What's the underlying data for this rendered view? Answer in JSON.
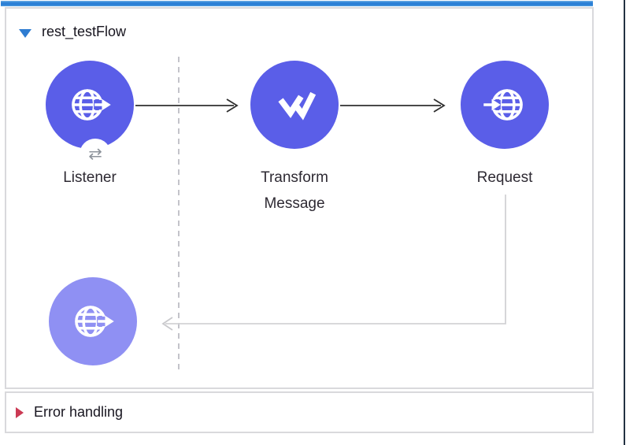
{
  "flow": {
    "title": "rest_testFlow",
    "disclosure": "expanded",
    "nodes": [
      {
        "id": "listener",
        "label": "Listener",
        "icon": "globe-arrow-out-icon",
        "badge_glyph": "⇄"
      },
      {
        "id": "transform-message",
        "label": "Transform Message",
        "icon": "dataweave-icon"
      },
      {
        "id": "request",
        "label": "Request",
        "icon": "globe-arrow-in-icon"
      },
      {
        "id": "ghost",
        "label": "",
        "icon": "globe-arrow-out-icon"
      }
    ],
    "connections": [
      {
        "from": "Listener",
        "to": "Transform Message",
        "style": "solid-black-arrow"
      },
      {
        "from": "Transform Message",
        "to": "Request",
        "style": "solid-black-arrow"
      },
      {
        "from": "Request",
        "to": "ghost",
        "style": "light-gray-elbow-arrow"
      }
    ],
    "drop_guide": "vertical-dashed-line"
  },
  "error_handling": {
    "title": "Error handling",
    "disclosure": "collapsed"
  },
  "colors": {
    "node": "#5a5ee8",
    "node_ghost": "#8f90f3",
    "top_accent_bar": "#2b80d6",
    "expand_triangle": "#2e7cd1",
    "error_triangle": "#cb3a54",
    "panel_divider": "#233142",
    "connector_black": "#2f2f2f",
    "connector_gray": "#d2d2d5"
  }
}
